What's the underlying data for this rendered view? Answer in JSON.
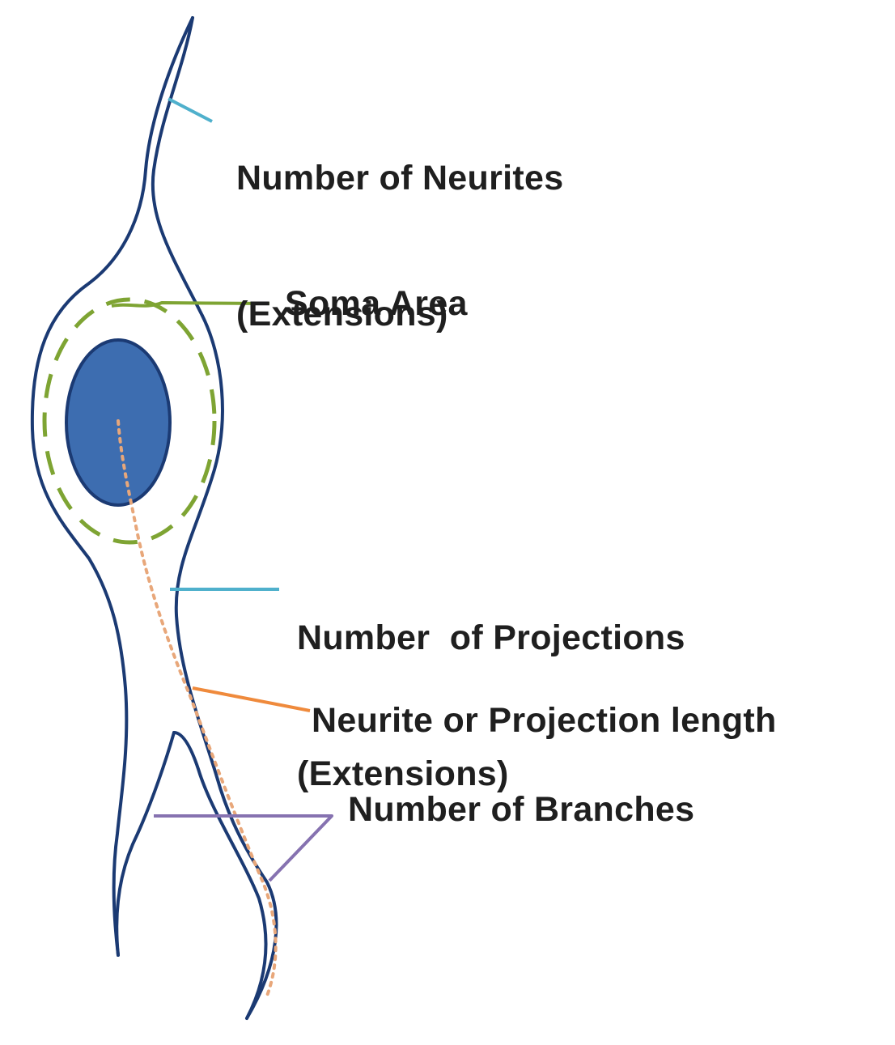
{
  "labels": {
    "neurites_line1": "Number of Neurites",
    "neurites_line2": "(Extensions)",
    "soma": "Soma Area",
    "projections_line1": "Number  of Projections",
    "projections_line2": "(Extensions)",
    "length": "Neurite or Projection length",
    "branches": "Number of Branches"
  },
  "colors": {
    "cell_outline": "#1b3a73",
    "nucleus_fill": "#3d6db0",
    "soma_dashed": "#7ea433",
    "neurite_pointer": "#4fb0cc",
    "length_pointer": "#ef8a3c",
    "length_dots": "#e8a77a",
    "branch_pointer": "#8672b0",
    "text": "#1f1f1f"
  }
}
